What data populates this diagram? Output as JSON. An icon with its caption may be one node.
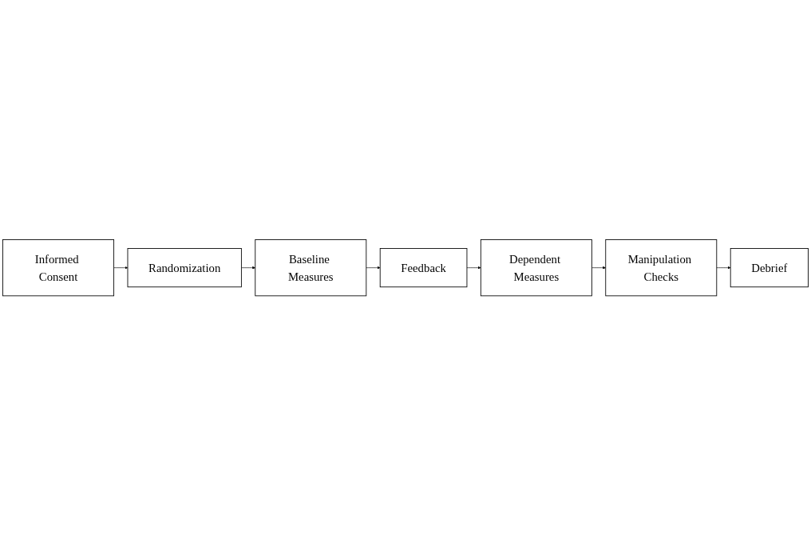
{
  "diagram": {
    "nodes": [
      {
        "text": [
          "Informed Consent"
        ]
      },
      {
        "text": [
          "Randomization"
        ]
      },
      {
        "text": [
          "Baseline Measures"
        ]
      },
      {
        "text": [
          "Feedback"
        ]
      },
      {
        "text": [
          "Dependent Measures"
        ]
      },
      {
        "text": [
          "Manipulation Checks"
        ]
      },
      {
        "text": [
          "Debrief"
        ]
      }
    ],
    "edges": [
      {
        "from": 0,
        "to": 1,
        "arrow": "to"
      },
      {
        "from": 1,
        "to": 2,
        "arrow": "to"
      },
      {
        "from": 2,
        "to": 3,
        "arrow": "to"
      },
      {
        "from": 3,
        "to": 4,
        "arrow": "to"
      },
      {
        "from": 4,
        "to": 5,
        "arrow": "to"
      },
      {
        "from": 5,
        "to": 6,
        "arrow": "to"
      }
    ]
  }
}
